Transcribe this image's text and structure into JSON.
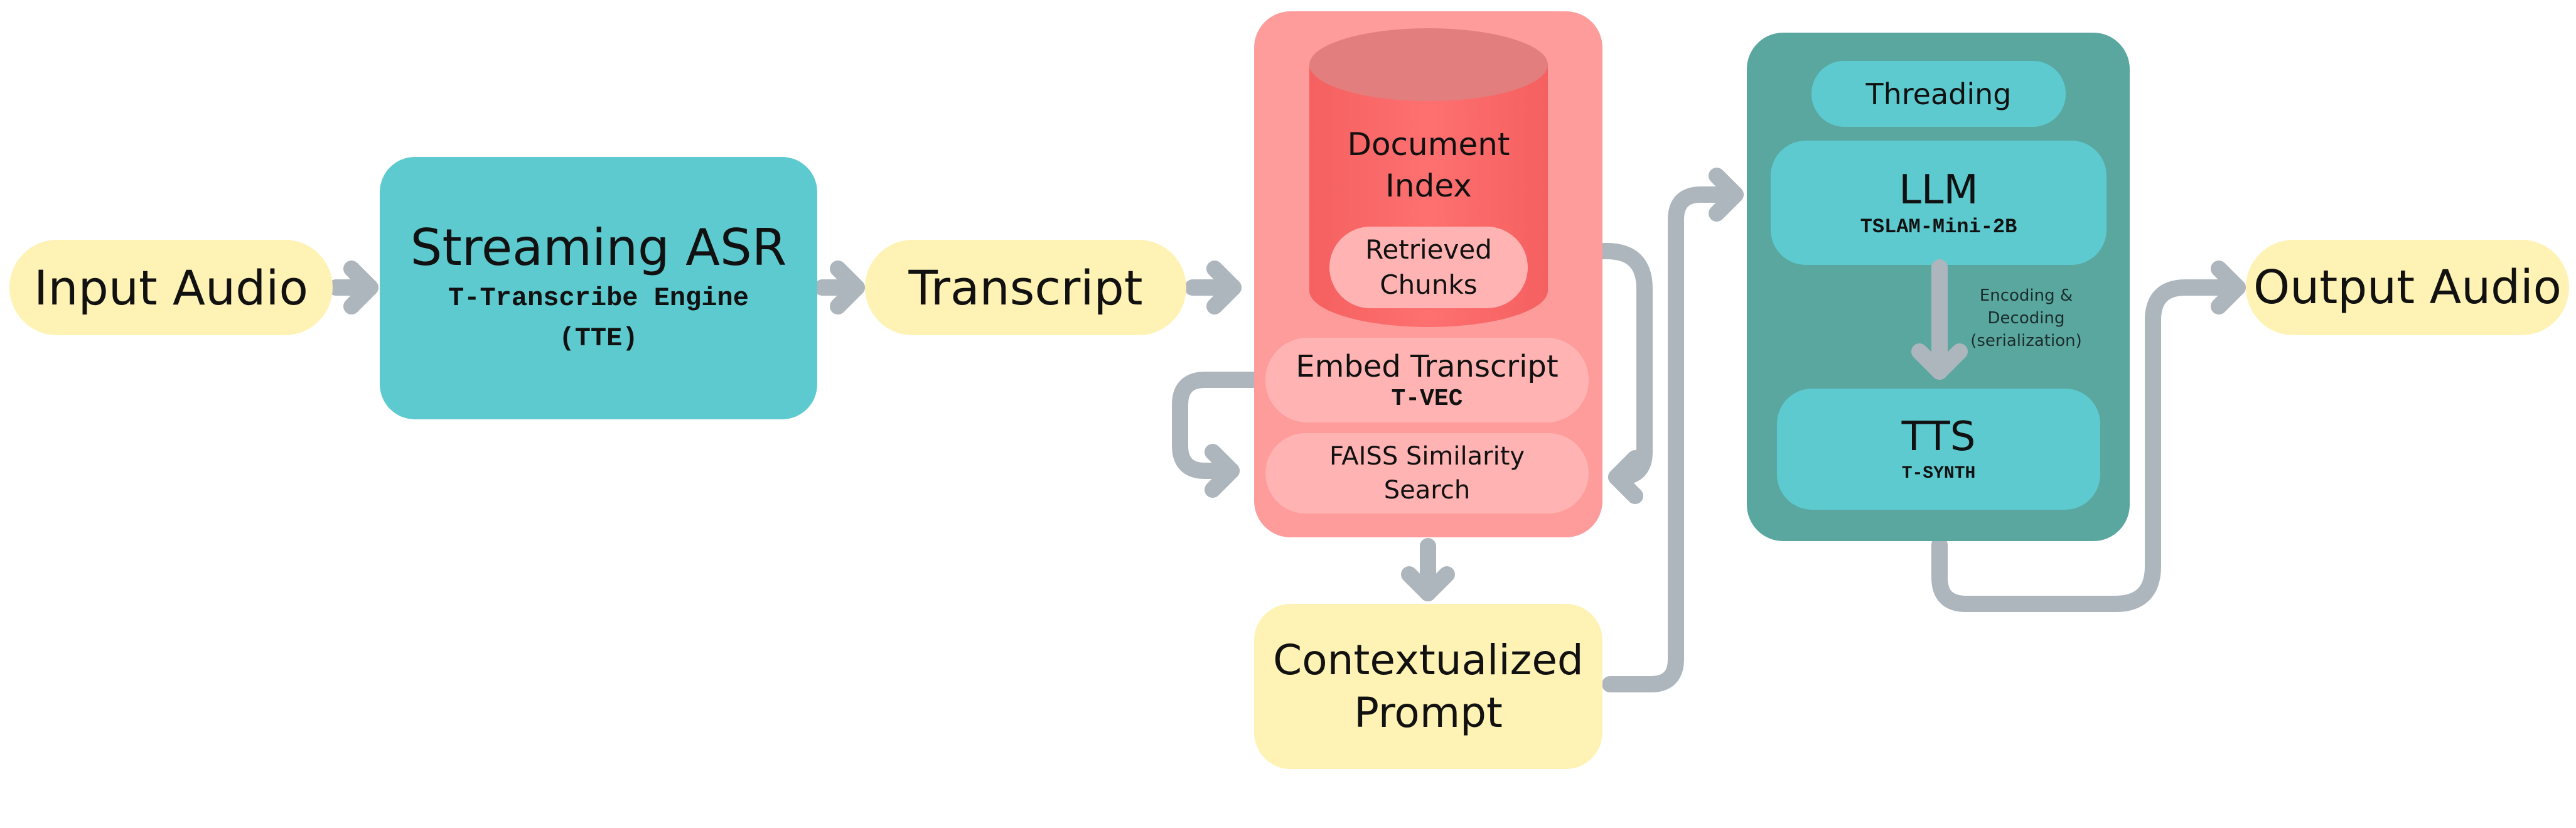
{
  "colors": {
    "yellow": "#fef2b4",
    "teal": "#5dcacf",
    "dark_teal": "#5aa7a0",
    "pink_panel": "#fe9c9c",
    "pink_inner": "#ffb3b3",
    "cylinder": "#fe6e6e",
    "arrow": "#adb6bd"
  },
  "nodes": {
    "input_audio": "Input Audio",
    "asr": {
      "title": "Streaming ASR",
      "subtitle_1": "T-Transcribe Engine",
      "subtitle_2": "(TTE)"
    },
    "transcript": "Transcript",
    "retrieval": {
      "document_index_1": "Document",
      "document_index_2": "Index",
      "retrieved_chunks_1": "Retrieved",
      "retrieved_chunks_2": "Chunks",
      "embed_title": "Embed Transcript",
      "embed_sub": "T-VEC",
      "faiss_1": "FAISS Similarity",
      "faiss_2": "Search"
    },
    "prompt": {
      "line1": "Contextualized",
      "line2": "Prompt"
    },
    "llm_group": {
      "threading": "Threading",
      "llm_title": "LLM",
      "llm_sub": "TSLAM-Mini-2B",
      "encoding_1": "Encoding &",
      "encoding_2": "Decoding",
      "encoding_3": "(serialization)",
      "tts_title": "TTS",
      "tts_sub": "T-SYNTH"
    },
    "output_audio": "Output Audio"
  }
}
